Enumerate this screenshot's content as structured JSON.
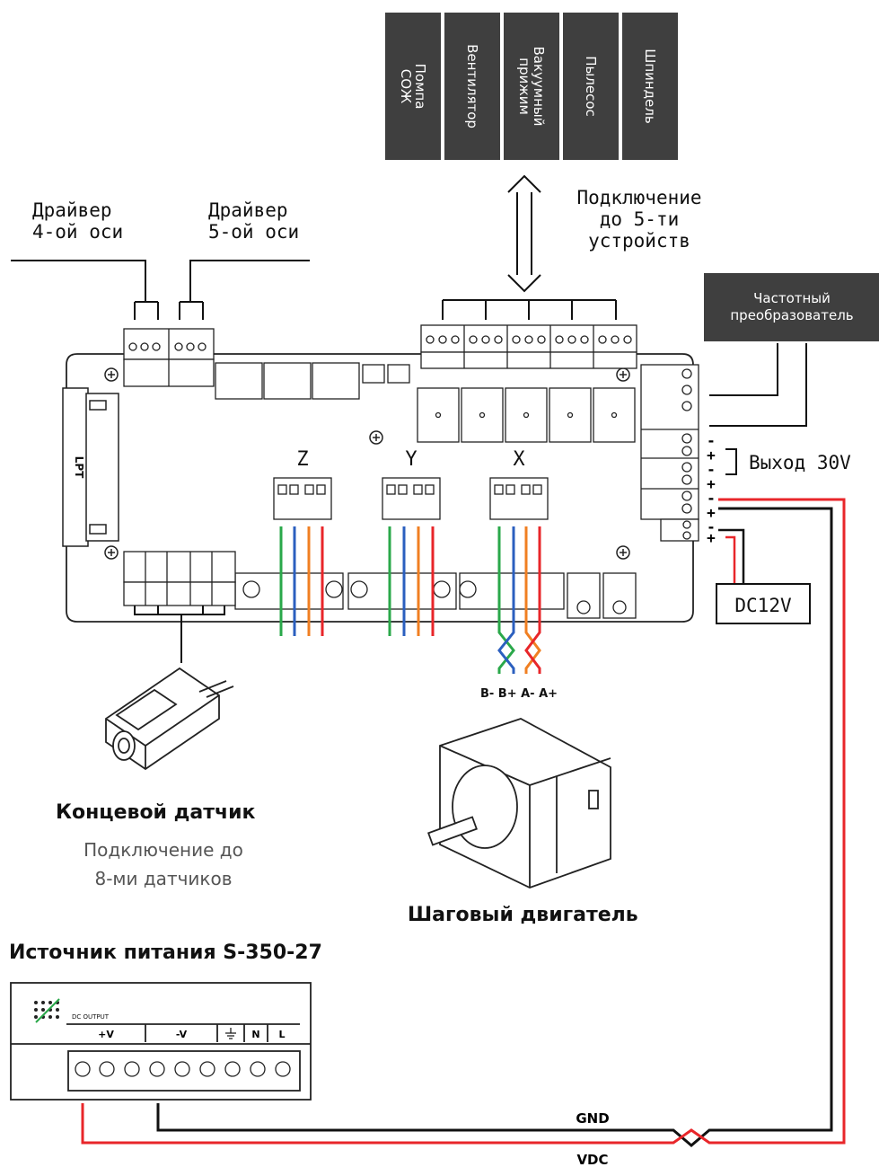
{
  "devices": [
    {
      "label": "Помпа\nСОЖ"
    },
    {
      "label": "Вентилятор"
    },
    {
      "label": "Вакуумный\nприжим"
    },
    {
      "label": "Пылесос"
    },
    {
      "label": "Шпиндель"
    }
  ],
  "devices_note": "Подключение\nдо 5-ти\nустройств",
  "driver4": "Драйвер\n4-ой оси",
  "driver5": "Драйвер\n5-ой оси",
  "freq_converter": "Частотный\nпреобразователь",
  "lpt_label": "LPT",
  "axes": {
    "z": "Z",
    "y": "Y",
    "x": "X"
  },
  "output_30v": "Выход 30V",
  "dc12v": "DC12V",
  "polarity": {
    "minus": "-",
    "plus": "+"
  },
  "motor_pins": "B- B+ A- A+",
  "limit_switch_title": "Концевой датчик",
  "limit_switch_note": "Подключение до\n8-ми датчиков",
  "stepper_title": "Шаговый двигатель",
  "psu_title": "Источник питания S-350-27",
  "psu_labels": {
    "dc_output": "DC OUTPUT",
    "plus_v": "+V",
    "minus_v": "-V",
    "n": "N",
    "l": "L"
  },
  "wire_labels": {
    "gnd": "GND",
    "vdc": "VDC"
  },
  "colors": {
    "dark_box": "#3f3f3f",
    "red_wire": "#e8262a",
    "green_wire": "#2aa84a",
    "blue_wire": "#2b5fbf",
    "orange_wire": "#f07f22",
    "black_wire": "#111111"
  }
}
